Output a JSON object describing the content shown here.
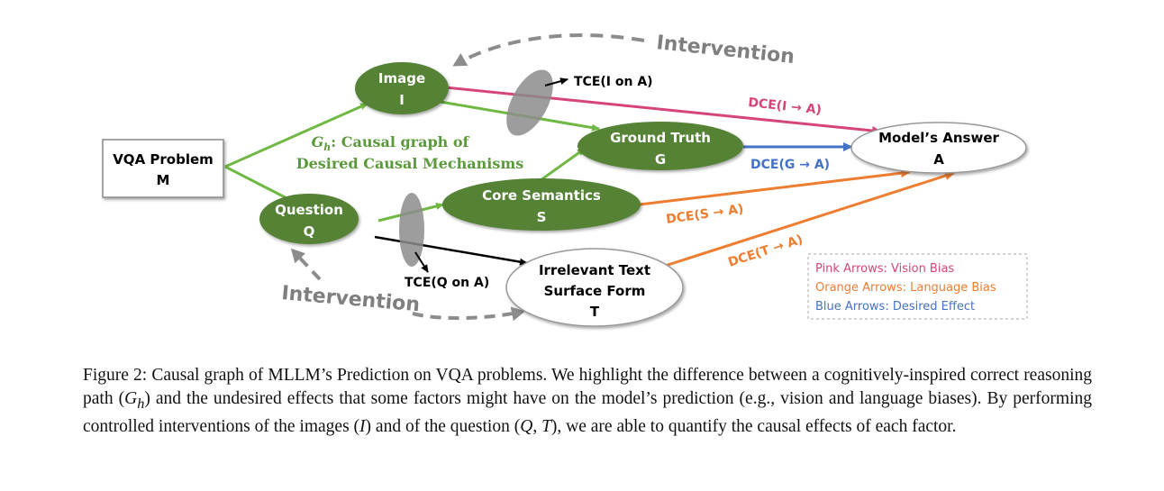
{
  "nodes": {
    "vqa": {
      "title": "VQA Problem",
      "symbol": "M"
    },
    "image": {
      "title": "Image",
      "symbol": "I"
    },
    "question": {
      "title": "Question",
      "symbol": "Q"
    },
    "ground_truth": {
      "title": "Ground Truth",
      "symbol": "G"
    },
    "core_semantics": {
      "title": "Core Semantics",
      "symbol": "S"
    },
    "irrelevant_text": {
      "title_line1": "Irrelevant Text",
      "title_line2": "Surface Form",
      "symbol": "T"
    },
    "answer": {
      "title": "Model’s Answer",
      "symbol": "A"
    }
  },
  "edge_labels": {
    "dce_i": "DCE(I → A)",
    "dce_g": "DCE(G → A)",
    "dce_s": "DCE(S → A)",
    "dce_t": "DCE(T → A)",
    "tce_i": "TCE(I on A)",
    "tce_q": "TCE(Q on A)"
  },
  "interventions": {
    "top": "Intervention",
    "bottom": "Intervention"
  },
  "gh_label": {
    "symbol": "G",
    "subscript": "h",
    "line1_rest": ": Causal graph of",
    "line2": "Desired Causal Mechanisms"
  },
  "legend": [
    {
      "text": "Pink Arrows: Vision Bias",
      "color": "#d6457a"
    },
    {
      "text": "Orange Arrows: Language Bias",
      "color": "#ed7d31"
    },
    {
      "text": "Blue Arrows: Desired Effect",
      "color": "#4472c4"
    }
  ],
  "colors": {
    "node_green": "#548235",
    "edge_green": "#70b844",
    "pink": "#d6457a",
    "orange": "#ed7d31",
    "blue": "#4472c4",
    "gray": "#8c8c8c"
  },
  "caption": {
    "prefix": "Figure 2: Causal graph of MLLM’s Prediction on VQA problems. We highlight the difference between a cognitively-inspired correct reasoning path (",
    "gh": "G",
    "gh_sub": "h",
    "mid1": ") and the undesired effects that some factors might have on the model’s prediction (e.g., vision and language biases). By performing controlled interventions of the images (",
    "var_i": "I",
    "mid2": ") and of the question (",
    "var_q": "Q",
    "mid3": ", ",
    "var_t": "T",
    "suffix": "), we are able to quantify the causal effects of each factor."
  }
}
